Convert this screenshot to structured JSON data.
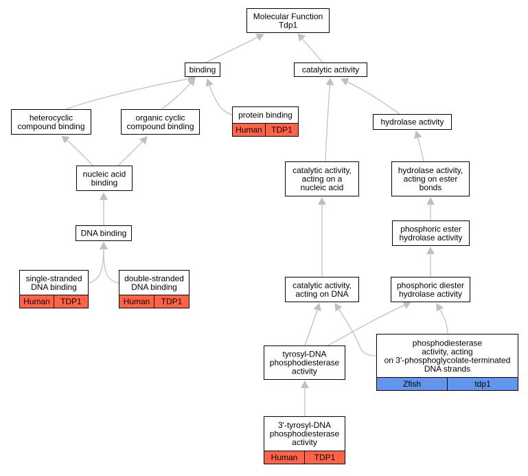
{
  "colors": {
    "human": "#ff6347",
    "zfish": "#6495ed",
    "edge": "#c0c0c0",
    "node_border": "#000000",
    "node_fill": "#ffffff"
  },
  "nodes": {
    "molecular_function": {
      "lines": [
        "Molecular Function",
        "Tdp1"
      ]
    },
    "binding": {
      "lines": [
        "binding"
      ]
    },
    "catalytic_activity": {
      "lines": [
        "catalytic activity"
      ]
    },
    "heterocyclic_compound_binding": {
      "lines": [
        "heterocyclic",
        "compound binding"
      ]
    },
    "organic_cyclic_compound_binding": {
      "lines": [
        "organic cyclic",
        "compound binding"
      ]
    },
    "protein_binding": {
      "lines": [
        "protein binding"
      ],
      "annotations": [
        {
          "species": "Human",
          "gene": "TDP1"
        }
      ]
    },
    "hydrolase_activity": {
      "lines": [
        "hydrolase activity"
      ]
    },
    "nucleic_acid_binding": {
      "lines": [
        "nucleic acid",
        "binding"
      ]
    },
    "catalytic_activity_nucleic_acid": {
      "lines": [
        "catalytic activity,",
        "acting on a",
        "nucleic acid"
      ]
    },
    "hydrolase_activity_ester": {
      "lines": [
        "hydrolase activity,",
        "acting on ester",
        "bonds"
      ]
    },
    "dna_binding": {
      "lines": [
        "DNA binding"
      ]
    },
    "phosphoric_ester_hydrolase": {
      "lines": [
        "phosphoric ester",
        "hydrolase activity"
      ]
    },
    "single_stranded_dna_binding": {
      "lines": [
        "single-stranded",
        "DNA binding"
      ],
      "annotations": [
        {
          "species": "Human",
          "gene": "TDP1"
        }
      ]
    },
    "double_stranded_dna_binding": {
      "lines": [
        "double-stranded",
        "DNA binding"
      ],
      "annotations": [
        {
          "species": "Human",
          "gene": "TDP1"
        }
      ]
    },
    "catalytic_activity_dna": {
      "lines": [
        "catalytic activity,",
        "acting on DNA"
      ]
    },
    "phosphoric_diester_hydrolase": {
      "lines": [
        "phosphoric diester",
        "hydrolase activity"
      ]
    },
    "tyrosyl_dna_phosphodiesterase": {
      "lines": [
        "tyrosyl-DNA",
        "phosphodiesterase",
        "activity"
      ]
    },
    "phosphodiesterase_3_phosphoglycolate": {
      "lines": [
        "phosphodiesterase",
        "activity, acting",
        "on 3'-phosphoglycolate-terminated",
        "DNA strands"
      ],
      "annotations": [
        {
          "species": "Zfish",
          "gene": "tdp1"
        }
      ]
    },
    "tyrosyl_dna_phosphodiesterase_3": {
      "lines": [
        "3'-tyrosyl-DNA",
        "phosphodiesterase",
        "activity"
      ],
      "annotations": [
        {
          "species": "Human",
          "gene": "TDP1"
        }
      ]
    }
  },
  "edges": [
    {
      "from": "binding",
      "to": "molecular_function"
    },
    {
      "from": "catalytic_activity",
      "to": "molecular_function"
    },
    {
      "from": "heterocyclic_compound_binding",
      "to": "binding"
    },
    {
      "from": "organic_cyclic_compound_binding",
      "to": "binding"
    },
    {
      "from": "protein_binding",
      "to": "binding"
    },
    {
      "from": "hydrolase_activity",
      "to": "catalytic_activity"
    },
    {
      "from": "catalytic_activity_nucleic_acid",
      "to": "catalytic_activity"
    },
    {
      "from": "nucleic_acid_binding",
      "to": "heterocyclic_compound_binding"
    },
    {
      "from": "nucleic_acid_binding",
      "to": "organic_cyclic_compound_binding"
    },
    {
      "from": "hydrolase_activity_ester",
      "to": "hydrolase_activity"
    },
    {
      "from": "dna_binding",
      "to": "nucleic_acid_binding"
    },
    {
      "from": "phosphoric_ester_hydrolase",
      "to": "hydrolase_activity_ester"
    },
    {
      "from": "single_stranded_dna_binding",
      "to": "dna_binding"
    },
    {
      "from": "double_stranded_dna_binding",
      "to": "dna_binding"
    },
    {
      "from": "catalytic_activity_dna",
      "to": "catalytic_activity_nucleic_acid"
    },
    {
      "from": "phosphoric_diester_hydrolase",
      "to": "phosphoric_ester_hydrolase"
    },
    {
      "from": "tyrosyl_dna_phosphodiesterase",
      "to": "catalytic_activity_dna"
    },
    {
      "from": "tyrosyl_dna_phosphodiesterase",
      "to": "phosphoric_diester_hydrolase"
    },
    {
      "from": "phosphodiesterase_3_phosphoglycolate",
      "to": "catalytic_activity_dna"
    },
    {
      "from": "phosphodiesterase_3_phosphoglycolate",
      "to": "phosphoric_diester_hydrolase"
    },
    {
      "from": "tyrosyl_dna_phosphodiesterase_3",
      "to": "tyrosyl_dna_phosphodiesterase"
    }
  ]
}
